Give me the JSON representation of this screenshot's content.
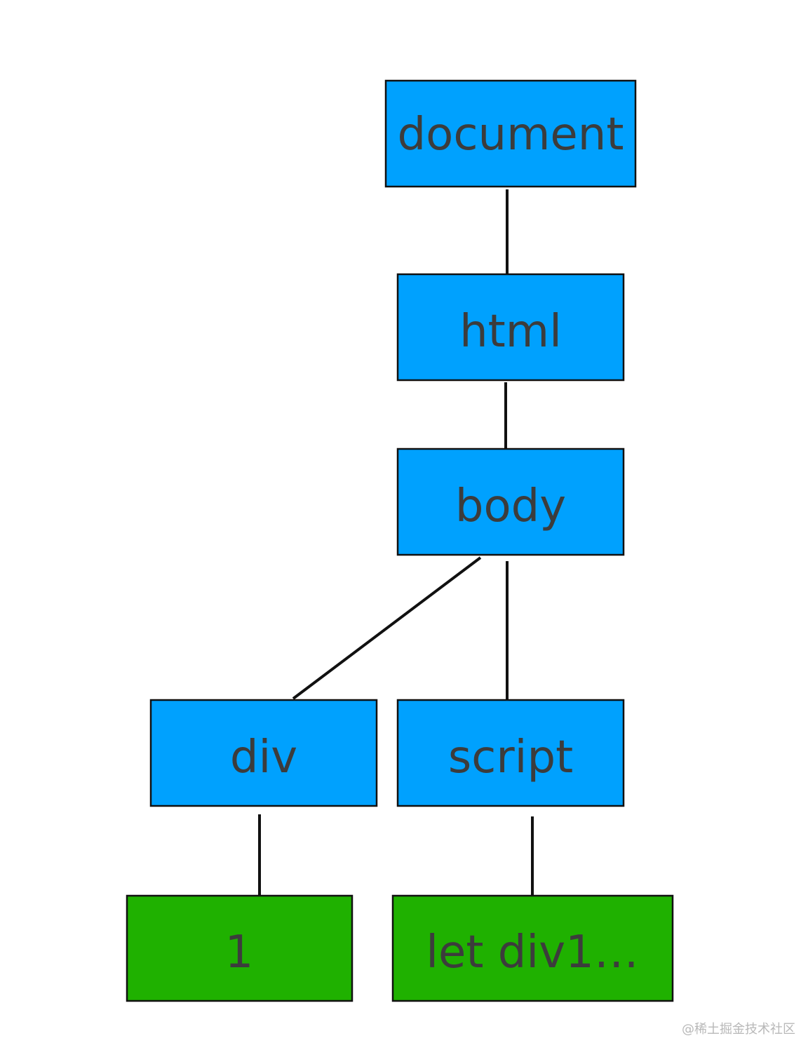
{
  "colors": {
    "element_node": "#00a1fe",
    "text_node": "#1fb100",
    "label": "#3c3c3c",
    "edge": "#111111"
  },
  "nodes": [
    {
      "id": "document",
      "label": "document",
      "kind": "element"
    },
    {
      "id": "html",
      "label": "html",
      "kind": "element"
    },
    {
      "id": "body",
      "label": "body",
      "kind": "element"
    },
    {
      "id": "div",
      "label": "div",
      "kind": "element"
    },
    {
      "id": "script",
      "label": "script",
      "kind": "element"
    },
    {
      "id": "text1",
      "label": "1",
      "kind": "text"
    },
    {
      "id": "text2",
      "label": "let div1…",
      "kind": "text"
    }
  ],
  "edges": [
    {
      "from": "document",
      "to": "html"
    },
    {
      "from": "html",
      "to": "body"
    },
    {
      "from": "body",
      "to": "div"
    },
    {
      "from": "body",
      "to": "script"
    },
    {
      "from": "div",
      "to": "text1"
    },
    {
      "from": "script",
      "to": "text2"
    }
  ],
  "watermark": "@稀土掘金技术社区"
}
